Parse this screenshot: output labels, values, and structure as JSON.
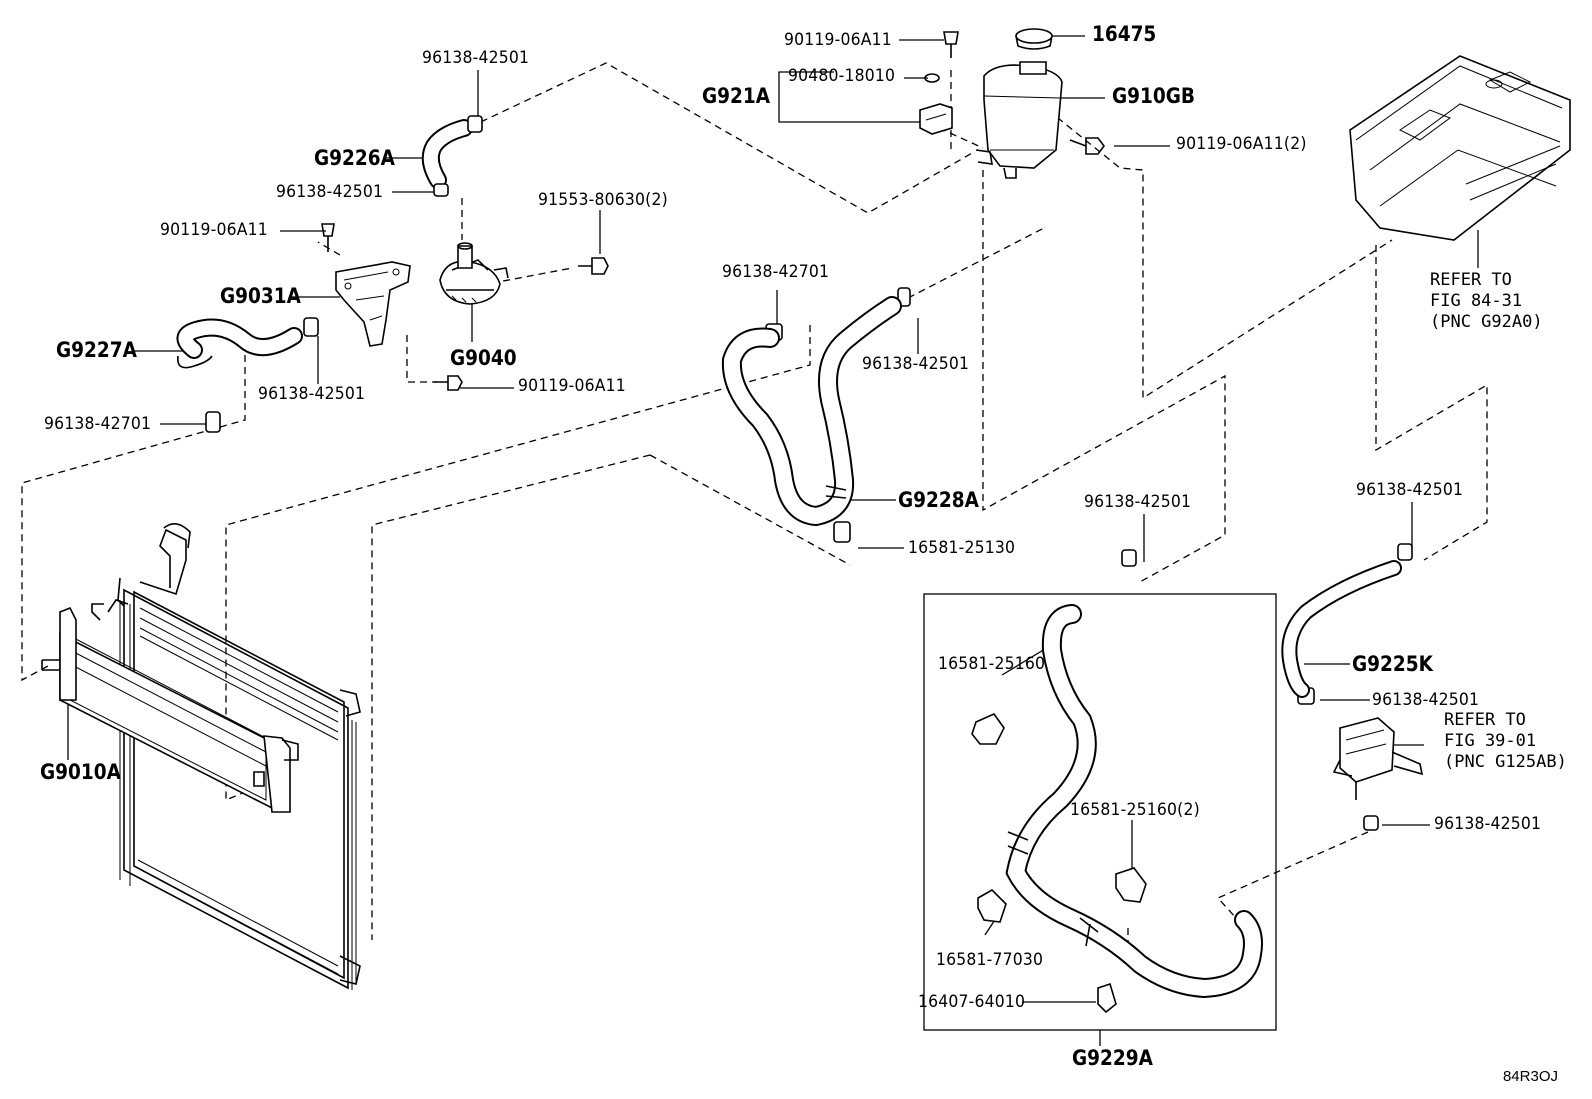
{
  "labels": {
    "g9226a": "G9226A",
    "g9031a": "G9031A",
    "g9227a": "G9227A",
    "g9040": "G9040",
    "g921a": "G921A",
    "g910gb": "G910GB",
    "p16475": "16475",
    "g9228a": "G9228A",
    "g9225k": "G9225K",
    "g9010a": "G9010A",
    "g9229a": "G9229A",
    "clamp_25_a": "96138-42501",
    "clamp_25_b": "96138-42501",
    "clamp_25_c": "96138-42501",
    "clamp_25_d": "96138-42501",
    "clamp_25_e": "96138-42501",
    "clamp_25_f": "96138-42501",
    "clamp_25_g": "96138-42501",
    "clamp_25_h": "96138-42501",
    "clamp_27_a": "96138-42701",
    "clamp_27_b": "96138-42701",
    "bolt_a": "90119-06A11",
    "bolt_b": "90119-06A11",
    "bolt_c": "90119-06A11",
    "bolt_d": "90119-06A11(2)",
    "screw_91553": "91553-80630(2)",
    "grommet_90480": "90480-18010",
    "clamp_16581_25130": "16581-25130",
    "clamp_16581_25160": "16581-25160",
    "clamp_16581_25160_2": "16581-25160(2)",
    "clamp_16581_77030": "16581-77030",
    "plug_16407": "16407-64010"
  },
  "references": {
    "inverter": "REFER TO\nFIG 84-31\n(PNC G92A0)",
    "oil_cooler": "REFER TO\nFIG 39-01\n(PNC G125AB)"
  },
  "figure_code": "84R3OJ"
}
